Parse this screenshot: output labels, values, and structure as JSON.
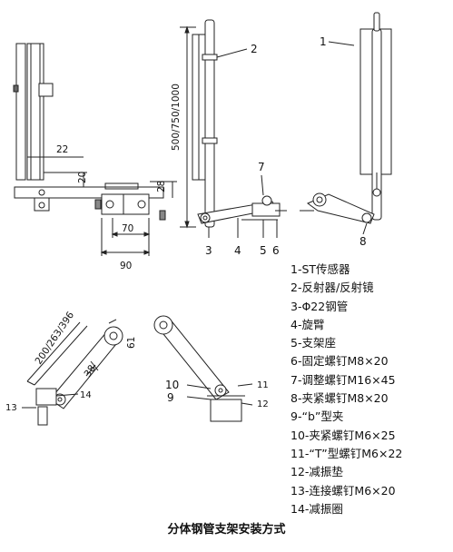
{
  "legend": [
    "1-ST传感器",
    "2-反射器/反射镜",
    "3-Φ22钢管",
    "4-旋臂",
    "5-支架座",
    "6-固定螺钉M8×20",
    "7-调整螺钉M16×45",
    "8-夹紧螺钉M8×20",
    "9-“b”型夹",
    "10-夹紧螺钉M6×25",
    "11-“T”型螺钉M6×22",
    "12-减振垫",
    "13-连接螺钉M6×20",
    "14-减振圈"
  ],
  "caption": "分体钢管支架安装方式",
  "dimensions": {
    "d22": "22",
    "d20": "20",
    "d28": "28",
    "d70": "70",
    "d90": "90",
    "height": "500/750/1000",
    "arm": "200/263/396",
    "d61": "61",
    "d38": "38"
  },
  "callouts": {
    "c1": "1",
    "c2": "2",
    "c3": "3",
    "c4": "4",
    "c5": "5",
    "c6": "6",
    "c7": "7",
    "c8": "8",
    "c9": "9",
    "c10": "10",
    "c11": "11",
    "c12": "12",
    "c13": "13",
    "c14": "14"
  }
}
